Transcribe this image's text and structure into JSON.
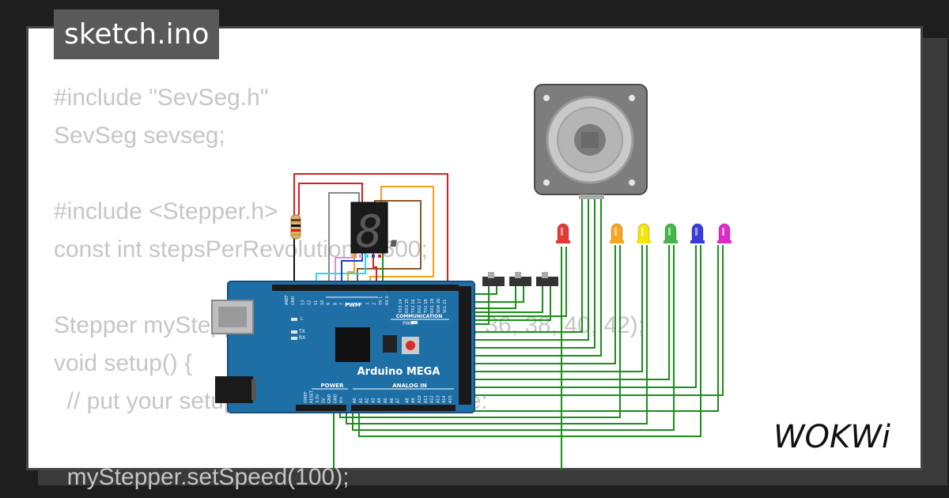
{
  "title": "sketch.ino",
  "code_lines": [
    "#include \"SevSeg.h\"",
    "SevSeg sevseg;",
    "",
    "#include <Stepper.h>",
    "const int stepsPerRevolution = 500;",
    "",
    "Stepper myStepper(stepsPerRevolution, 36, 38, 40, 42);",
    "void setup() {",
    "  // put your setup code here, to run once:",
    "",
    "  myStepper.setSpeed(100);"
  ],
  "board": {
    "name": "Arduino MEGA",
    "labels": {
      "pwm": "PWM",
      "communication": "COMMUNICATION",
      "power": "POWER",
      "analog_in": "ANALOG IN",
      "pwr": "PWR",
      "l": "L",
      "tx": "TX",
      "rx": "RX"
    },
    "top_header_pins": [
      "AREF",
      "GND",
      "13",
      "12",
      "11",
      "10",
      "9",
      "8",
      "7",
      "6",
      "5",
      "4",
      "3",
      "2",
      "TX 1",
      "RX 0"
    ],
    "comm_pins": [
      "TX3 14",
      "RX3 15",
      "TX2 16",
      "RX2 17",
      "TX1 18",
      "RX1 19",
      "SDA 20",
      "SCL 21"
    ],
    "power_pins": [
      "IOREF",
      "RESET",
      "3.3V",
      "5V",
      "GND",
      "GND",
      "Vin"
    ],
    "analog_pins": [
      "A0",
      "A1",
      "A2",
      "A3",
      "A4",
      "A5",
      "A6",
      "A7",
      "A8",
      "A9",
      "A10",
      "A11",
      "A12",
      "A13",
      "A14",
      "A15"
    ]
  },
  "seven_segment_digit": "8.",
  "led_colors": [
    "#e53935",
    "#f6a623",
    "#f4e50b",
    "#43b649",
    "#3b3bdc",
    "#de2bc8"
  ],
  "wire_colors": {
    "red": "#e11b1b",
    "orange": "#f5a11c",
    "brown": "#8a5a2b",
    "gray": "#888888",
    "green": "#1a8f1a",
    "blue": "#1c3fd1",
    "cyan": "#2fd6e6",
    "pink": "#e58be0",
    "black": "#111111"
  },
  "logo": "WOKWi",
  "icons": [
    "stepper-motor-icon",
    "resistor-icon",
    "seven-segment-display-icon",
    "led-icon",
    "slide-switch-icon",
    "arduino-mega-board-icon"
  ]
}
